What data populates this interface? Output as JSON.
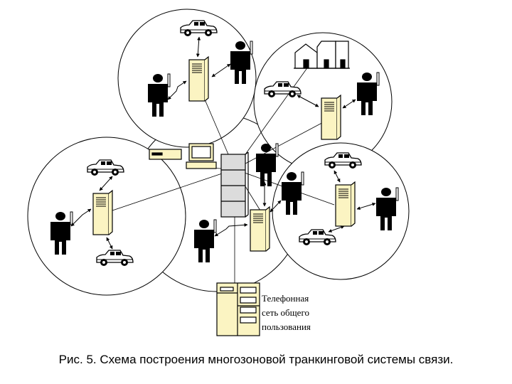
{
  "diagram": {
    "pstn_label_lines": [
      "Телефонная",
      "сеть общего",
      "пользования"
    ],
    "caption": "Рис. 5. Схема построения многозоновой транкинговой системы связи.",
    "colors": {
      "equipment_fill": "#fbf4c2",
      "line": "#000000",
      "switch_fill": "#dcdcdc",
      "background": "#ffffff"
    },
    "icons": [
      "person-with-radio-icon",
      "car-icon",
      "base-station-icon",
      "building-icon",
      "computer-icon",
      "switch-rack-icon",
      "pstn-exchange-icon"
    ]
  }
}
